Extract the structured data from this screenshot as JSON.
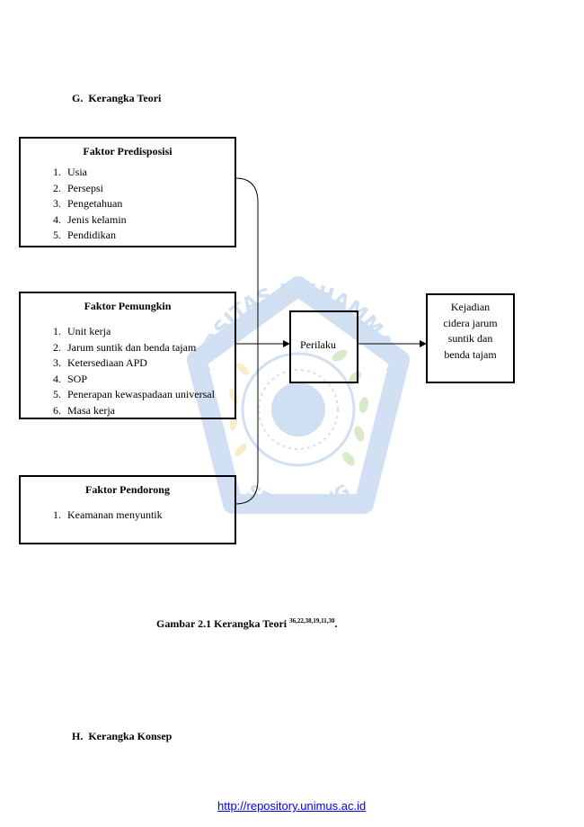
{
  "section_g": {
    "label": "G.",
    "title": "Kerangka Teori"
  },
  "predisposisi": {
    "title": "Faktor Predisposisi",
    "items": [
      "Usia",
      "Persepsi",
      "Pengetahuan",
      "Jenis kelamin",
      "Pendidikan"
    ]
  },
  "pemungkin": {
    "title": "Faktor Pemungkin",
    "items": [
      "Unit kerja",
      "Jarum suntik dan benda tajam",
      "Ketersediaan APD",
      "SOP",
      "Penerapan kewaspadaan universal",
      "Masa kerja"
    ]
  },
  "pendorong": {
    "title": "Faktor Pendorong",
    "items": [
      "Keamanan menyuntik"
    ]
  },
  "perilaku": {
    "label": "Perilaku"
  },
  "kejadian": {
    "lines": [
      "Kejadian",
      "cidera jarum",
      "suntik dan",
      "benda tajam"
    ]
  },
  "watermark": {
    "text": "UNIVERSITAS MUHAMMADIYAH SEMARANG",
    "color": "#5b8fd0"
  },
  "caption": {
    "text": "Gambar 2.1 Kerangka Teori ",
    "refs": "36,22,38,19,11,30",
    "end": "."
  },
  "section_h": {
    "label": "H.",
    "title": "Kerangka Konsep"
  },
  "footer": {
    "url": "http://repository.unimus.ac.id"
  }
}
